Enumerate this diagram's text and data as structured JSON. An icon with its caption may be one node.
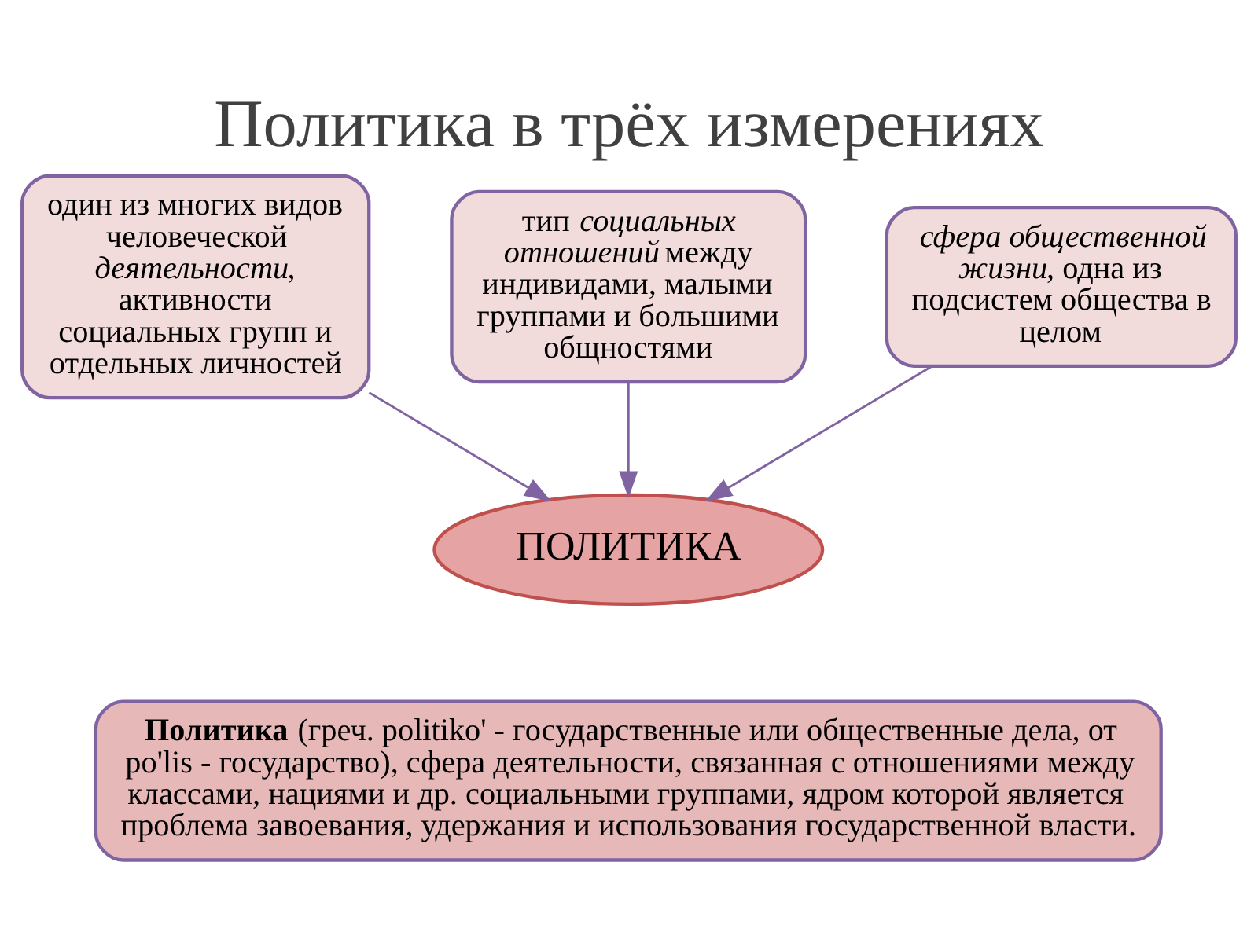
{
  "diagram": {
    "title": "Политика в трёх измерениях",
    "nodes": [
      {
        "text": [
          "один из многих видов человеческой *деятельности*, активности социальных групп и отдельных личностей"
        ]
      },
      {
        "text": [
          "ПОЛИТИКА"
        ]
      },
      {
        "text": [
          "тип *социальных отношений* между индивидами, малыми группами и большими общностями"
        ]
      },
      {
        "text": [
          "*сфера общественной жизни*, одна из подсистем общества в целом"
        ]
      },
      {
        "text": [
          "**Политика** (греч. politiko' - государственные или общественные дела, от po'lis - государство), сфера деятельности, связанная с отношениями между классами, нациями и др. социальными группами, ядром которой является проблема завоевания, удержания и использования государственной власти."
        ]
      }
    ],
    "edges": [
      {
        "from": 0,
        "to": 1,
        "arrow": "to"
      },
      {
        "from": 2,
        "to": 1,
        "arrow": "to"
      },
      {
        "from": 3,
        "to": 1,
        "arrow": "to"
      }
    ]
  }
}
